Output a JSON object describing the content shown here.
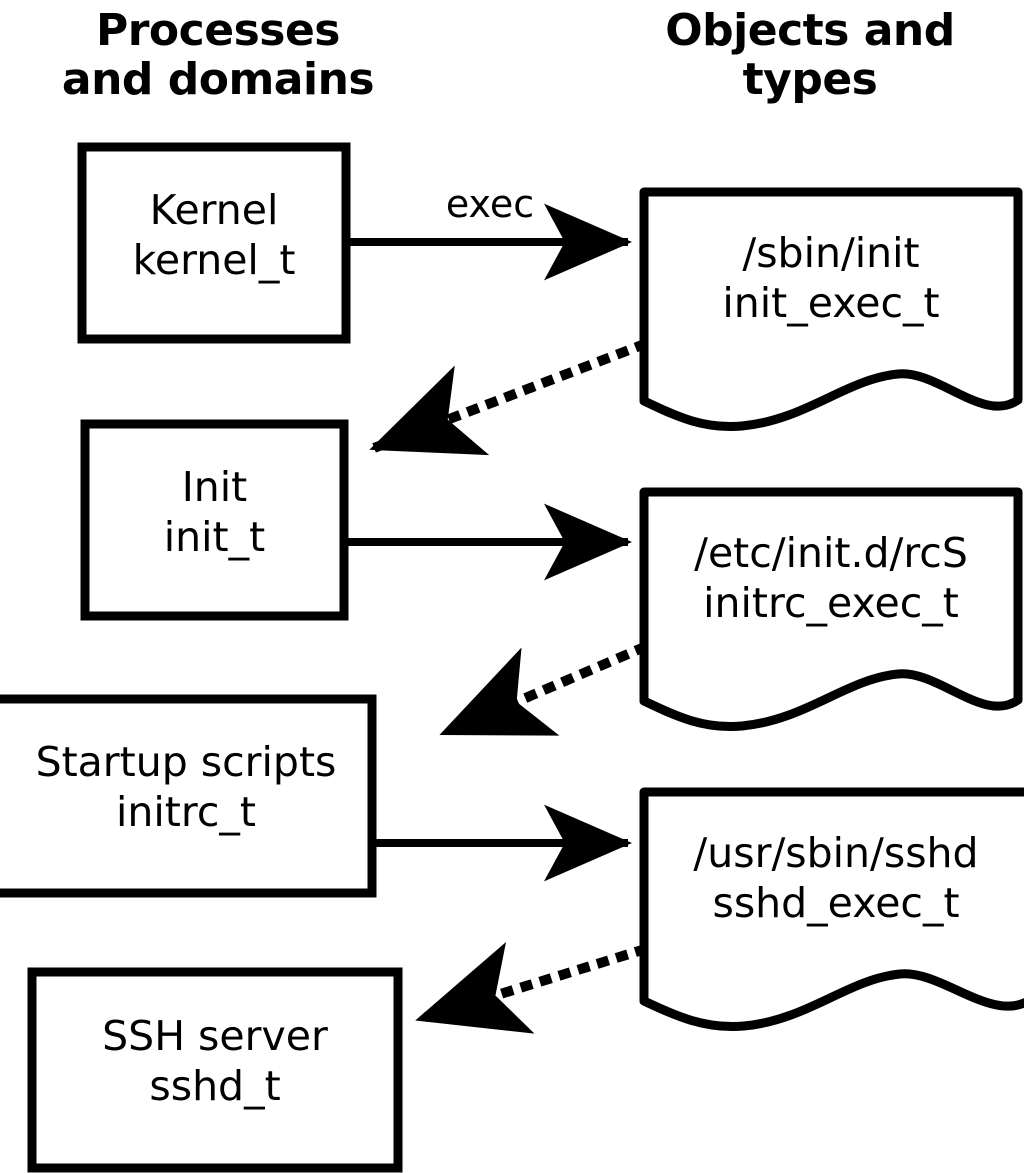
{
  "diagram": {
    "title_visible": false,
    "colors": {
      "stroke": "#000000",
      "fill": "#ffffff",
      "text": "#000000"
    },
    "headers": {
      "left": "Processes\nand domains",
      "right": "Objects and\ntypes"
    },
    "process_nodes": [
      {
        "id": "kernel",
        "shape": "rectangle",
        "line1": "Kernel",
        "line2": "kernel_t",
        "text": "Kernel\nkernel_t"
      },
      {
        "id": "init",
        "shape": "rectangle",
        "line1": "Init",
        "line2": "init_t",
        "text": "Init\ninit_t"
      },
      {
        "id": "initrc",
        "shape": "rectangle",
        "line1": "Startup scripts",
        "line2": "initrc_t",
        "text": "Startup scripts\ninitrc_t"
      },
      {
        "id": "sshd",
        "shape": "rectangle",
        "line1": "SSH server",
        "line2": "sshd_t",
        "text": "SSH server\nsshd_t"
      }
    ],
    "object_nodes": [
      {
        "id": "init_exec",
        "shape": "document",
        "line1": "/sbin/init",
        "line2": "init_exec_t",
        "text": "/sbin/init\ninit_exec_t"
      },
      {
        "id": "initrc_exec",
        "shape": "document",
        "line1": "/etc/init.d/rcS",
        "line2": "initrc_exec_t",
        "text": "/etc/init.d/rcS\ninitrc_exec_t"
      },
      {
        "id": "sshd_exec",
        "shape": "document",
        "line1": "/usr/sbin/sshd",
        "line2": "sshd_exec_t",
        "text": "/usr/sbin/sshd\nsshd_exec_t"
      }
    ],
    "edges": [
      {
        "id": "kernel-exec-init_exec",
        "from": "kernel",
        "to": "init_exec",
        "style": "solid",
        "label": "exec"
      },
      {
        "id": "init_exec-transition-init",
        "from": "init_exec",
        "to": "init",
        "style": "dotted",
        "label": ""
      },
      {
        "id": "init-exec-initrc_exec",
        "from": "init",
        "to": "initrc_exec",
        "style": "solid",
        "label": ""
      },
      {
        "id": "initrc_exec-transition-initrc",
        "from": "initrc_exec",
        "to": "initrc",
        "style": "dotted",
        "label": ""
      },
      {
        "id": "initrc-exec-sshd_exec",
        "from": "initrc",
        "to": "sshd_exec",
        "style": "solid",
        "label": ""
      },
      {
        "id": "sshd_exec-transition-sshd",
        "from": "sshd_exec",
        "to": "sshd",
        "style": "dotted",
        "label": ""
      }
    ]
  }
}
